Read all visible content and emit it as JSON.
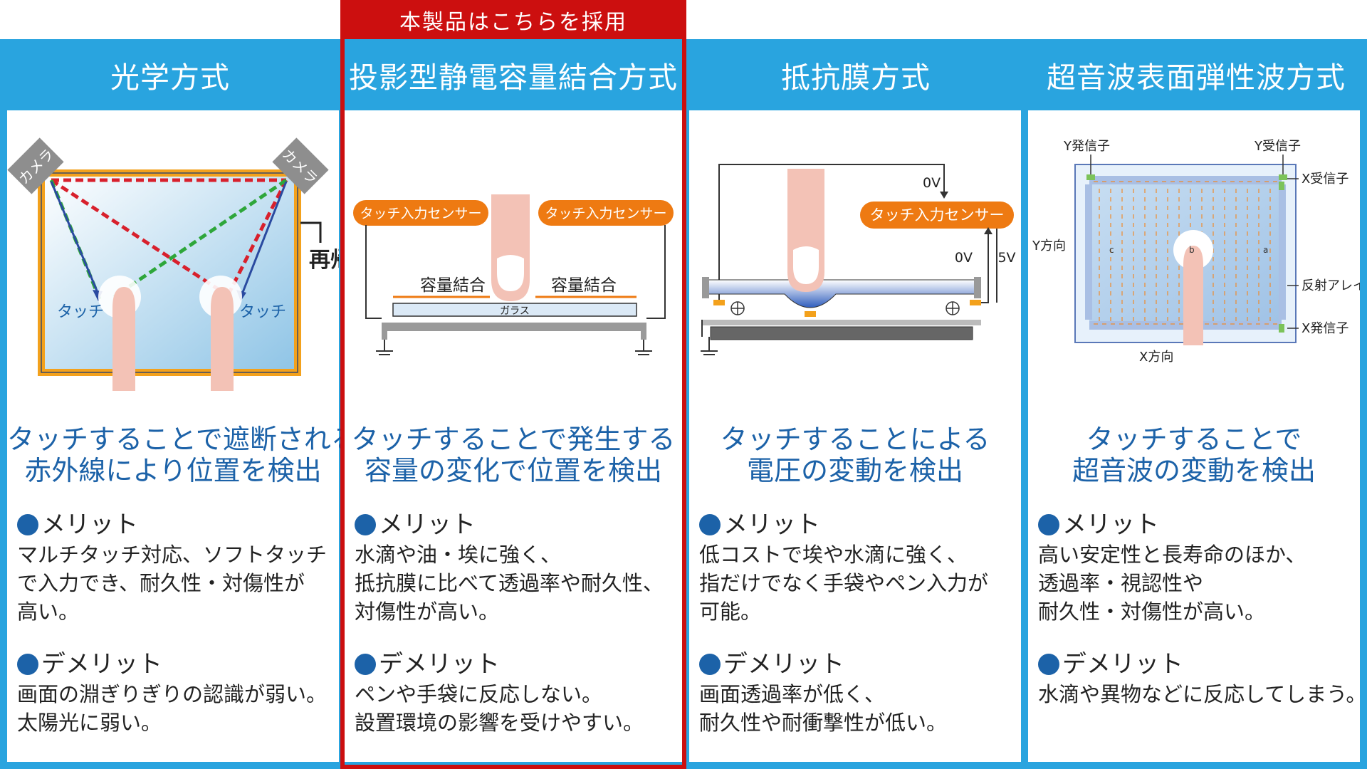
{
  "adopted_label": "本製品はこちらを採用",
  "columns": [
    {
      "title": "光学方式",
      "diagram": {
        "camera_left": "カメラ",
        "camera_right": "カメラ",
        "touch_left": "タッチ",
        "touch_right": "タッチ",
        "frame_label": "再帰反射枠"
      },
      "summary": [
        "タッチすることで遮断される",
        "赤外線により位置を検出"
      ],
      "merit_title": "メリット",
      "merit": [
        "マルチタッチ対応、ソフトタッチ",
        "で入力でき、耐久性・対傷性が",
        "高い。"
      ],
      "demerit_title": "デメリット",
      "demerit": [
        "画面の淵ぎりぎりの認識が弱い。",
        "太陽光に弱い。"
      ]
    },
    {
      "title": "投影型静電容量結合方式",
      "diagram": {
        "sensor_left": "タッチ入力センサー",
        "sensor_right": "タッチ入力センサー",
        "cap_left": "容量結合",
        "cap_right": "容量結合",
        "glass": "ガラス"
      },
      "summary": [
        "タッチすることで発生する",
        "容量の変化で位置を検出"
      ],
      "merit_title": "メリット",
      "merit": [
        "水滴や油・埃に強く、",
        "抵抗膜に比べて透過率や耐久性、",
        "対傷性が高い。"
      ],
      "demerit_title": "デメリット",
      "demerit": [
        "ペンや手袋に反応しない。",
        "設置環境の影響を受けやすい。"
      ]
    },
    {
      "title": "抵抗膜方式",
      "diagram": {
        "sensor": "タッチ入力センサー",
        "v_top": "0V",
        "v_mid": "0V",
        "v_high": "5V"
      },
      "summary": [
        "タッチすることによる",
        "電圧の変動を検出"
      ],
      "merit_title": "メリット",
      "merit": [
        "低コストで埃や水滴に強く、",
        "指だけでなく手袋やペン入力が",
        "可能。"
      ],
      "demerit_title": "デメリット",
      "demerit": [
        "画面透過率が低く、",
        "耐久性や耐衝撃性が低い。"
      ]
    },
    {
      "title": "超音波表面弾性波方式",
      "diagram": {
        "y_tx": "Y発信子",
        "y_rx": "Y受信子",
        "x_rx": "X受信子",
        "x_tx": "X発信子",
        "reflect": "反射アレイ",
        "y_dir": "Y方向",
        "x_dir": "X方向",
        "pt_a": "a",
        "pt_b": "b",
        "pt_c": "c"
      },
      "summary": [
        "タッチすることで",
        "超音波の変動を検出"
      ],
      "merit_title": "メリット",
      "merit": [
        "高い安定性と長寿命のほか、",
        "透過率・視認性や",
        "耐久性・対傷性が高い。"
      ],
      "demerit_title": "デメリット",
      "demerit": [
        "水滴や異物などに反応してしまう。"
      ]
    }
  ],
  "colors": {
    "band": "#29a4df",
    "accent_red": "#cc0f0f",
    "text_blue": "#1c62a8",
    "sensor_orange": "#ee7a12"
  }
}
